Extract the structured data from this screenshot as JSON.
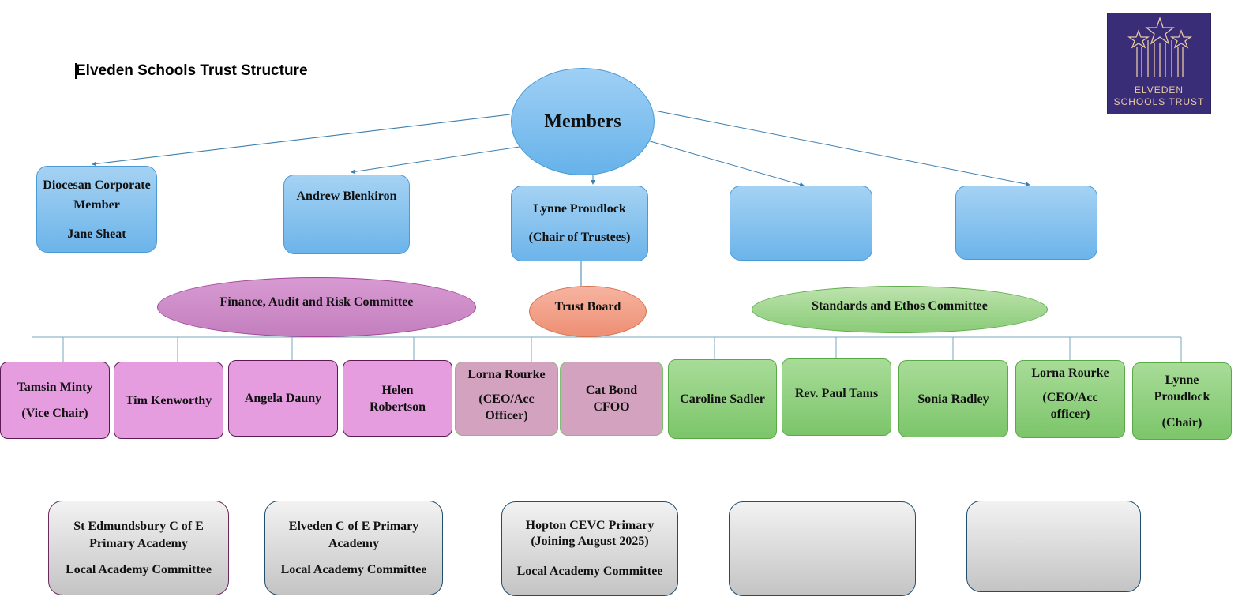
{
  "page_title": "Elveden Schools Trust Structure",
  "logo": {
    "line1": "ELVEDEN",
    "line2": "SCHOOLS TRUST"
  },
  "colors": {
    "blue": "#7fbdec",
    "purple_committee": "#c88cc4",
    "trust_board": "#f29e85",
    "green_committee": "#9bd58a",
    "pink_trustee": "#e59de0",
    "mauve_trustee": "#d3a2bf",
    "green_trustee": "#8fd07c",
    "academy_grey": "#dadada",
    "logo_navy": "#3a2d78"
  },
  "members": {
    "title": "Members",
    "boxes": [
      {
        "lines": [
          "Diocesan Corporate",
          "Member",
          "Jane Sheat"
        ]
      },
      {
        "lines": [
          "Andrew Blenkiron"
        ]
      },
      {
        "lines": [
          "Lynne Proudlock",
          "(Chair of Trustees)"
        ]
      },
      {
        "lines": []
      },
      {
        "lines": []
      }
    ]
  },
  "committees": {
    "finance": "Finance, Audit and Risk Committee",
    "trust_board": "Trust Board",
    "standards": "Standards and Ethos Committee"
  },
  "trustees": [
    {
      "lines": [
        "Tamsin Minty",
        "(Vice Chair)"
      ],
      "group": "finance"
    },
    {
      "lines": [
        "Tim Kenworthy"
      ],
      "group": "finance"
    },
    {
      "lines": [
        "Angela Dauny"
      ],
      "group": "finance"
    },
    {
      "lines": [
        "Helen",
        "Robertson"
      ],
      "group": "finance"
    },
    {
      "lines": [
        "Lorna Rourke",
        "(CEO/Acc",
        "Officer)"
      ],
      "group": "executive"
    },
    {
      "lines": [
        "Cat Bond",
        "CFOO"
      ],
      "group": "executive"
    },
    {
      "lines": [
        "Caroline Sadler"
      ],
      "group": "standards"
    },
    {
      "lines": [
        "Rev. Paul Tams"
      ],
      "group": "standards"
    },
    {
      "lines": [
        "Sonia Radley"
      ],
      "group": "standards"
    },
    {
      "lines": [
        "Lorna Rourke",
        "(CEO/Acc",
        "officer)"
      ],
      "group": "standards"
    },
    {
      "lines": [
        "Lynne",
        "Proudlock",
        "(Chair)"
      ],
      "group": "standards"
    }
  ],
  "academies": [
    {
      "name_lines": [
        "St Edmundsbury C of E",
        "Primary Academy"
      ],
      "committee": "Local Academy Committee"
    },
    {
      "name_lines": [
        "Elveden C of E Primary",
        "Academy"
      ],
      "committee": "Local Academy Committee"
    },
    {
      "name_lines": [
        "Hopton CEVC Primary",
        "(Joining August 2025)"
      ],
      "committee": "Local Academy Committee"
    },
    {
      "name_lines": [],
      "committee": ""
    },
    {
      "name_lines": [],
      "committee": ""
    }
  ]
}
